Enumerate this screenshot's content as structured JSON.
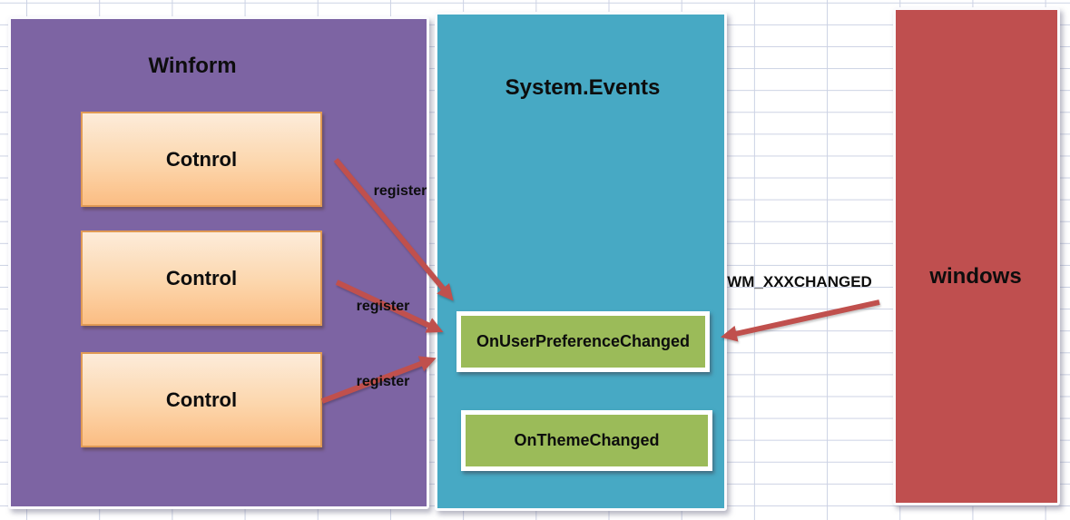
{
  "winform": {
    "title": "Winform",
    "controls": [
      "Cotnrol",
      "Control",
      "Control"
    ]
  },
  "system_events": {
    "title": "System.Events",
    "handlers": [
      "OnUserPreferenceChanged",
      "OnThemeChanged"
    ]
  },
  "windows_panel": {
    "title": "windows"
  },
  "arrows": {
    "register_top_label": "register",
    "register_middle_label": "register",
    "register_bottom_label": "register",
    "wm_message_label": "WM_XXXCHANGED"
  },
  "colors": {
    "winform_fill": "#7d64a3",
    "system_events_fill": "#47a9c4",
    "windows_fill": "#bf4f4f",
    "handler_fill": "#9bbb59",
    "control_gradient_top": "#fdecda",
    "control_gradient_bottom": "#fbbd83",
    "control_border": "#e09a55",
    "arrow": "#c0504d",
    "grid_line": "#ccd2e4"
  }
}
